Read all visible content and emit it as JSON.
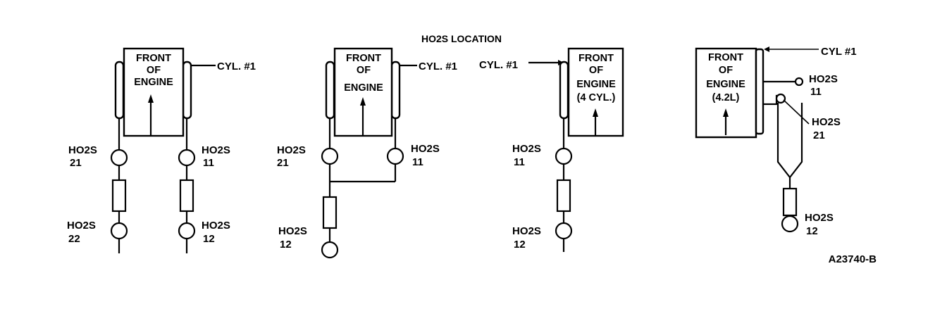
{
  "diagram_title": "HO2S LOCATION",
  "figure_id": "A23740-B",
  "configs": [
    {
      "engine_lines": [
        "FRONT",
        "OF",
        "ENGINE"
      ],
      "cyl_label": "CYL. #1",
      "sensors": {
        "upper_left": [
          "HO2S",
          "21"
        ],
        "upper_right": [
          "HO2S",
          "11"
        ],
        "lower_left": [
          "HO2S",
          "22"
        ],
        "lower_right": [
          "HO2S",
          "12"
        ]
      }
    },
    {
      "engine_lines": [
        "FRONT",
        "OF",
        "ENGINE"
      ],
      "cyl_label": "CYL. #1",
      "sensors": {
        "upper_left": [
          "HO2S",
          "21"
        ],
        "upper_right": [
          "HO2S",
          "11"
        ],
        "lower": [
          "HO2S",
          "12"
        ]
      }
    },
    {
      "engine_lines": [
        "FRONT",
        "OF",
        "ENGINE",
        "(4 CYL.)"
      ],
      "cyl_label": "CYL. #1",
      "sensors": {
        "upper": [
          "HO2S",
          "11"
        ],
        "lower": [
          "HO2S",
          "12"
        ]
      }
    },
    {
      "engine_lines": [
        "FRONT",
        "OF",
        "ENGINE",
        "(4.2L)"
      ],
      "cyl_label": "CYL #1",
      "sensors": {
        "bank1": [
          "HO2S",
          "11"
        ],
        "bank2": [
          "HO2S",
          "21"
        ],
        "lower": [
          "HO2S",
          "12"
        ]
      }
    }
  ]
}
